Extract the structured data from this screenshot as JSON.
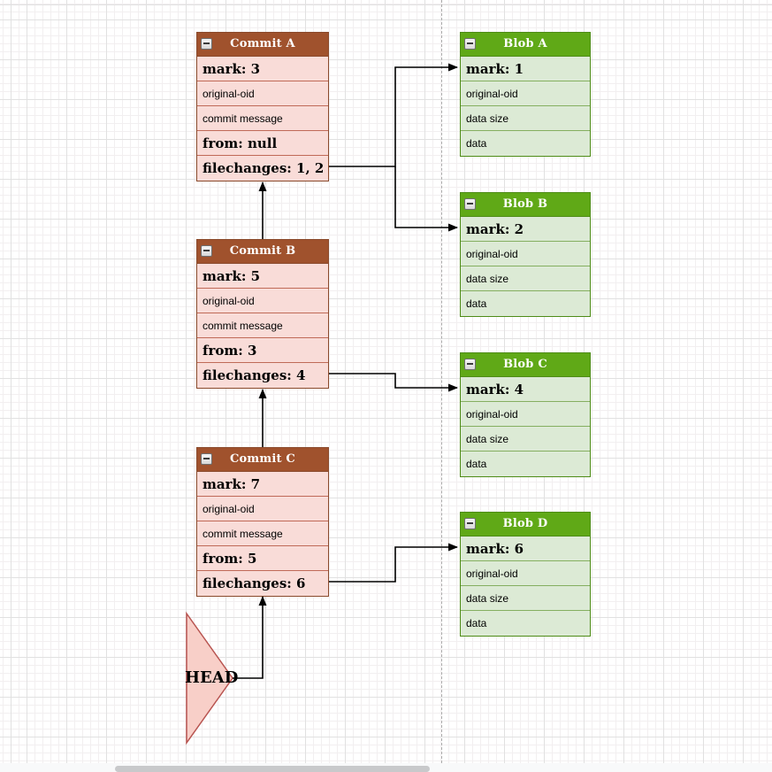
{
  "diagram": {
    "commits": [
      {
        "title": "Commit A",
        "rows": [
          "mark: 3",
          "original-oid",
          "commit message",
          "from: null",
          "filechanges: 1, 2"
        ]
      },
      {
        "title": "Commit B",
        "rows": [
          "mark: 5",
          "original-oid",
          "commit message",
          "from: 3",
          "filechanges: 4"
        ]
      },
      {
        "title": "Commit C",
        "rows": [
          "mark: 7",
          "original-oid",
          "commit message",
          "from: 5",
          "filechanges: 6"
        ]
      }
    ],
    "blobs": [
      {
        "title": "Blob A",
        "rows": [
          "mark: 1",
          "original-oid",
          "data size",
          "data"
        ]
      },
      {
        "title": "Blob B",
        "rows": [
          "mark: 2",
          "original-oid",
          "data size",
          "data"
        ]
      },
      {
        "title": "Blob C",
        "rows": [
          "mark: 4",
          "original-oid",
          "data size",
          "data"
        ]
      },
      {
        "title": "Blob D",
        "rows": [
          "mark: 6",
          "original-oid",
          "data size",
          "data"
        ]
      }
    ],
    "head_label": "HEAD"
  },
  "icons": {
    "collapse": "minus-in-square"
  },
  "colors": {
    "commit_header": "#a0522d",
    "commit_row_fill": "#f9dcd8",
    "commit_row_border": "#c06a58",
    "blob_header": "#60a917",
    "blob_row_fill": "#dcead5",
    "blob_row_border": "#85af60",
    "head_fill": "#f8cfc8",
    "head_stroke": "#b85450",
    "edge": "#000000",
    "page_divider": "#adadad"
  }
}
